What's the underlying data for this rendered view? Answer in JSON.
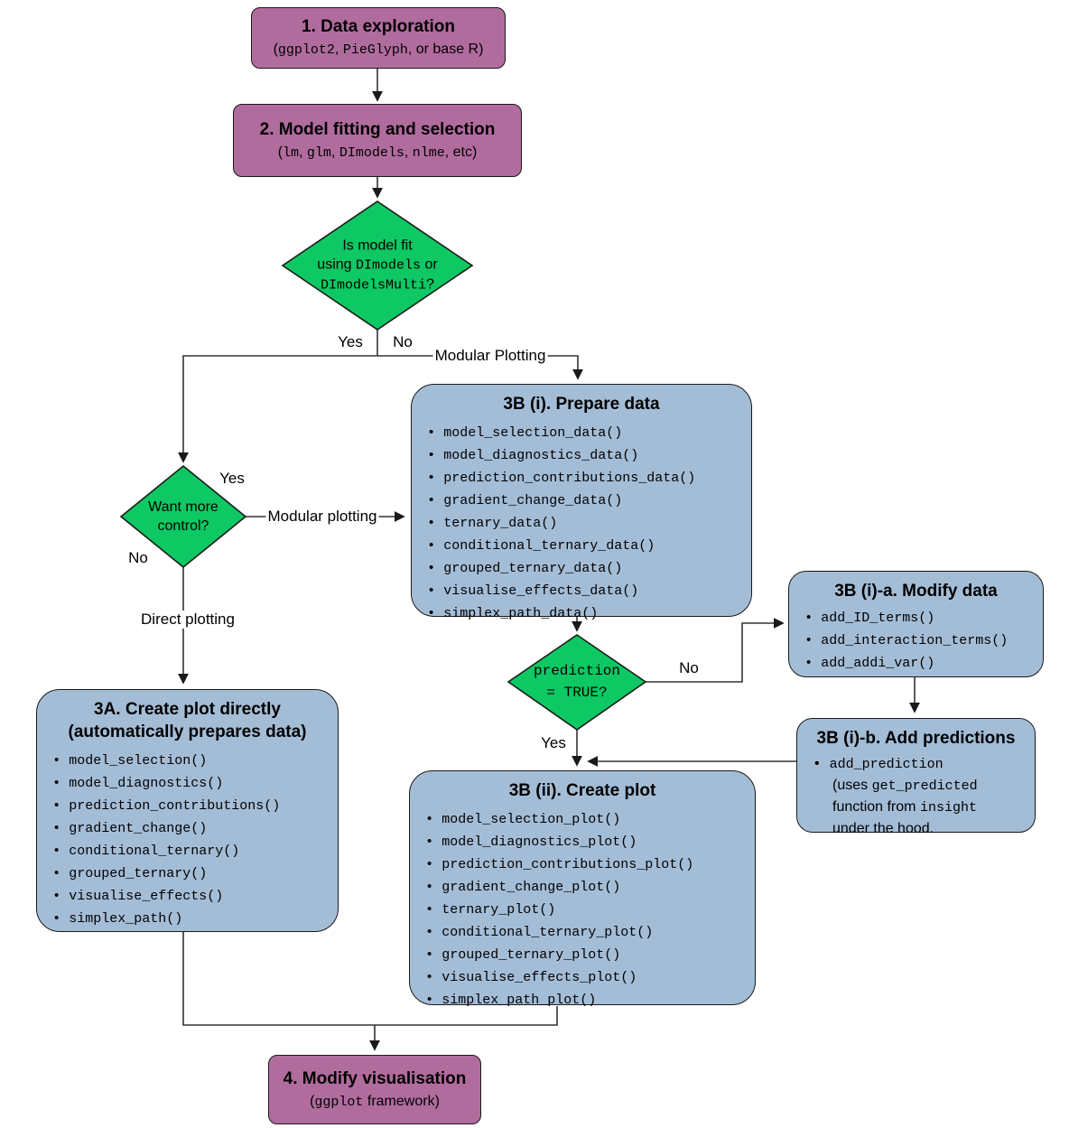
{
  "colors": {
    "node_purple": "#b16c9e",
    "node_blue": "#a4bdd7",
    "decision_green": "#0dc863",
    "node_border": "#1a1a1a",
    "edge_line": "#333333"
  },
  "nodes": {
    "data_exploration": {
      "title": "1. Data exploration",
      "sub": {
        "open": "(",
        "code1": "ggplot2",
        "sep1": ", ",
        "code2": "PieGlyph",
        "rest": ", or base R)"
      }
    },
    "model_fitting": {
      "title": "2. Model fitting and selection",
      "sub": {
        "open": "(",
        "code1": "lm",
        "sep1": ", ",
        "code2": "glm",
        "sep2": ", ",
        "code3": "DImodels",
        "sep3": ", ",
        "code4": "nlme",
        "rest": ", etc)"
      }
    },
    "decision_model_fit": {
      "line1": "Is model fit",
      "line2_pre": "using ",
      "line2_code": "DImodels",
      "line2_post": " or",
      "line3_code": "DImodelsMulti",
      "line3_post": "?"
    },
    "decision_control": {
      "line1": "Want more",
      "line2": "control?"
    },
    "decision_prediction": {
      "line1": "prediction",
      "line2": "= TRUE?"
    },
    "prepare_data": {
      "title": "3B (i). Prepare data",
      "items": [
        "model_selection_data()",
        "model_diagnostics_data()",
        "prediction_contributions_data()",
        "gradient_change_data()",
        "ternary_data()",
        "conditional_ternary_data()",
        "grouped_ternary_data()",
        "visualise_effects_data()",
        "simplex_path_data()"
      ]
    },
    "modify_data": {
      "title": "3B (i)-a. Modify data",
      "items": [
        "add_ID_terms()",
        "add_interaction_terms()",
        "add_addi_var()"
      ]
    },
    "add_predictions": {
      "title": "3B (i)-b. Add predictions",
      "code": "add_prediction",
      "line2_pre": "(uses ",
      "line2_code": "get_predicted",
      "line3_pre": "function from ",
      "line3_code": "insight",
      "line4": "under the hood."
    },
    "create_plot_directly": {
      "title_line1": "3A. Create plot directly",
      "title_line2": "(automatically prepares data)",
      "items": [
        "model_selection()",
        "model_diagnostics()",
        "prediction_contributions()",
        "gradient_change()",
        "conditional_ternary()",
        "grouped_ternary()",
        "visualise_effects()",
        "simplex_path()"
      ]
    },
    "create_plot": {
      "title": "3B (ii). Create plot",
      "items": [
        "model_selection_plot()",
        "model_diagnostics_plot()",
        "prediction_contributions_plot()",
        "gradient_change_plot()",
        "ternary_plot()",
        "conditional_ternary_plot()",
        "grouped_ternary_plot()",
        "visualise_effects_plot()",
        "simplex_path_plot()"
      ]
    },
    "modify_visualisation": {
      "title": "4. Modify visualisation",
      "sub": {
        "open": "(",
        "code": "ggplot",
        "rest": " framework)"
      }
    }
  },
  "edge_labels": {
    "yes_top": "Yes",
    "no_top": "No",
    "modular_plotting_top": "Modular Plotting",
    "yes_control": "Yes",
    "modular_plotting_mid": "Modular plotting",
    "no_control": "No",
    "direct_plotting": "Direct plotting",
    "no_prediction": "No",
    "yes_prediction": "Yes"
  }
}
